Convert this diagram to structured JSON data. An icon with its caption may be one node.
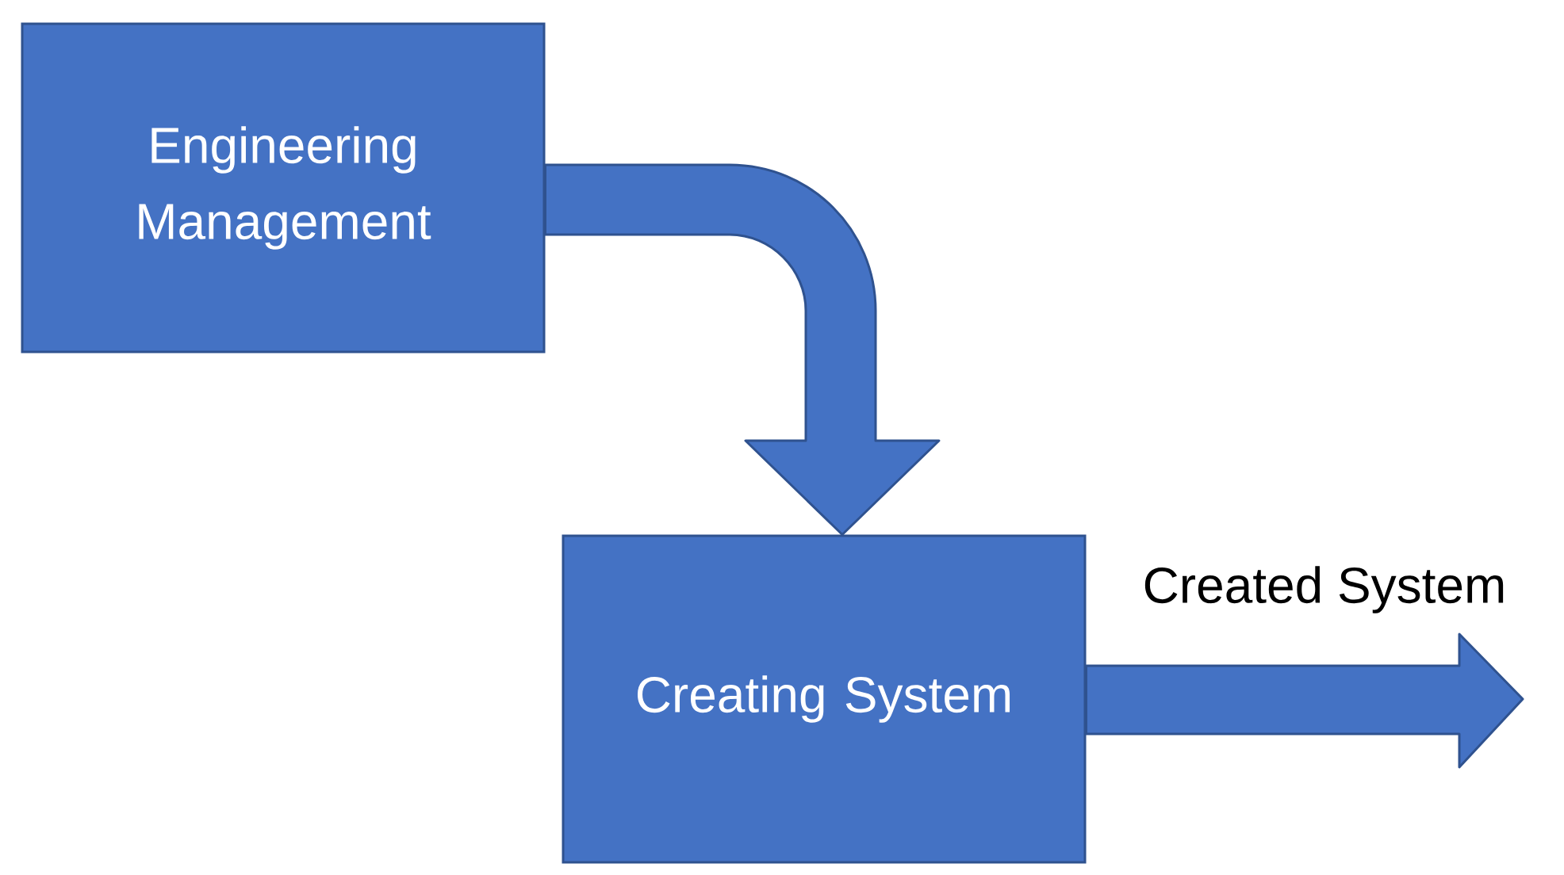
{
  "diagram": {
    "nodes": [
      {
        "text": [
          "Engineering Management"
        ]
      },
      {
        "text": [
          "Creating System"
        ]
      }
    ],
    "edges": [
      {
        "from": 0,
        "to": 1,
        "arrow": "to"
      },
      {
        "from": 1,
        "to": null,
        "arrow": "to",
        "label": "Created System"
      }
    ]
  }
}
